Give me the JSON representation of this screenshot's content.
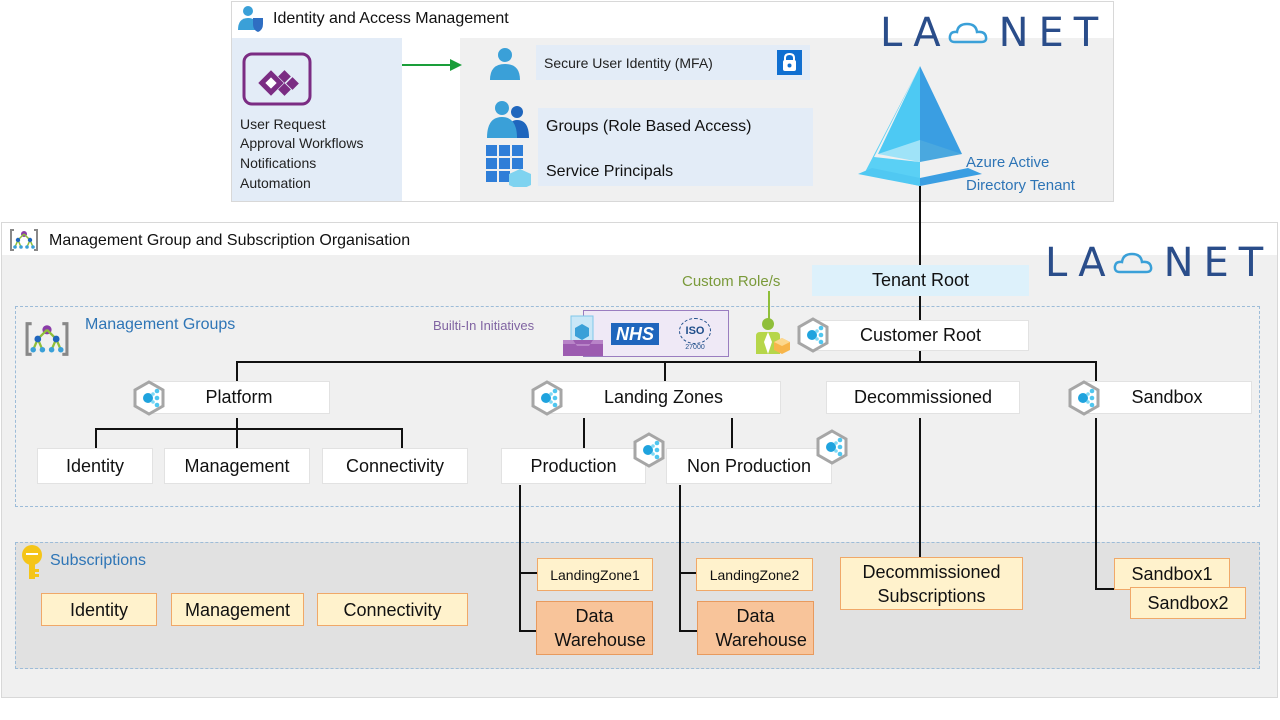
{
  "iam": {
    "title": "Identity and Access Management",
    "workflow_items": [
      "User Request",
      "Approval Workflows",
      "Notifications",
      "Automation"
    ],
    "secure_identity": "Secure User Identity (MFA)",
    "groups": "Groups (Role Based Access)",
    "service_principals": "Service Principals",
    "aad_label_line1": "Azure Active",
    "aad_label_line2": "Directory Tenant"
  },
  "logo": {
    "left": "LA",
    "right": "NET"
  },
  "mgmt": {
    "title": "Management Group and Subscription Organisation",
    "groups_label": "Management Groups",
    "builtin_initiatives": "Builti-In Initiatives",
    "nhs_badge": "NHS",
    "iso_badge": "ISO",
    "iso_number": "27000",
    "custom_roles": "Custom Role/s",
    "tenant_root": "Tenant Root",
    "customer_root": "Customer Root",
    "level1": [
      "Platform",
      "Landing Zones",
      "Decommissioned",
      "Sandbox"
    ],
    "platform_children": [
      "Identity",
      "Management",
      "Connectivity"
    ],
    "landing_children": [
      "Production",
      "Non Production"
    ]
  },
  "subscriptions": {
    "label": "Subscriptions",
    "platform": [
      "Identity",
      "Management",
      "Connectivity"
    ],
    "landingzone1": "LandingZone1",
    "landingzone2": "LandingZone2",
    "data_warehouse": "Data Warehouse",
    "decommissioned_line1": "Decommissioned",
    "decommissioned_line2": "Subscriptions",
    "sandbox1": "Sandbox1",
    "sandbox2": "Sandbox2"
  },
  "colors": {
    "accent_blue": "#2e75b6",
    "tenant_root_bg": "#ddf1fb",
    "subscription_bg": "#fff2cc",
    "subscription_border": "#f0a868",
    "data_warehouse_bg": "#f8c49a",
    "custom_role_green": "#7a9a3a",
    "initiatives_purple": "#8064a2",
    "arrow_green": "#1a9e3a"
  }
}
